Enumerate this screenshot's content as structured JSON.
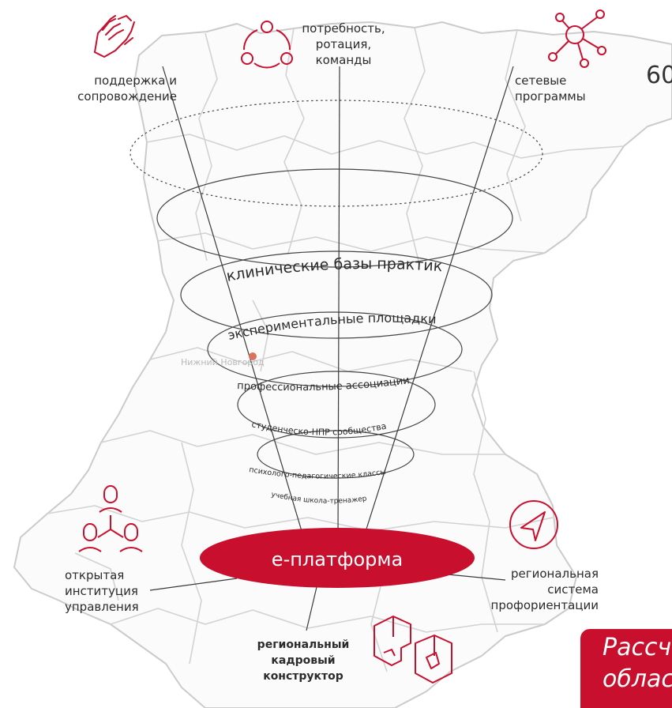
{
  "labels": {
    "support": [
      "поддержка и",
      "сопровождение"
    ],
    "need": [
      "потребность,",
      "ротация,",
      "команды"
    ],
    "network": [
      "сетевые",
      "программы"
    ],
    "open_institution": [
      "открытая",
      "институция",
      "управления"
    ],
    "career_guidance": [
      "региональная",
      "система",
      "профориентации"
    ],
    "constructor": [
      "региональный",
      "кадровый",
      "конструктор"
    ]
  },
  "rings": {
    "clinical": "клинические базы практик",
    "experimental": "экспериментальные площадки",
    "professional": "профессиональные  ассоциации",
    "student": "студенческо-НПР сообщества",
    "classes": "психолого-педагогические классы",
    "school": "учебная школа-тренажер"
  },
  "platform": "е-платформа",
  "city": "Нижний Новгород",
  "corner_number": "60",
  "corner_note": [
    "Рассч",
    "облас"
  ],
  "colors": {
    "accent": "#c8102e",
    "line": "#3a3a3a",
    "map": "#c4c4c4"
  },
  "icons": {
    "support": "handshake-icon",
    "need": "rotation-cycle-icon",
    "network": "network-nodes-icon",
    "open_institution": "people-hierarchy-icon",
    "career_guidance": "navigation-arrow-icon",
    "constructor": "puzzle-blocks-icon"
  }
}
